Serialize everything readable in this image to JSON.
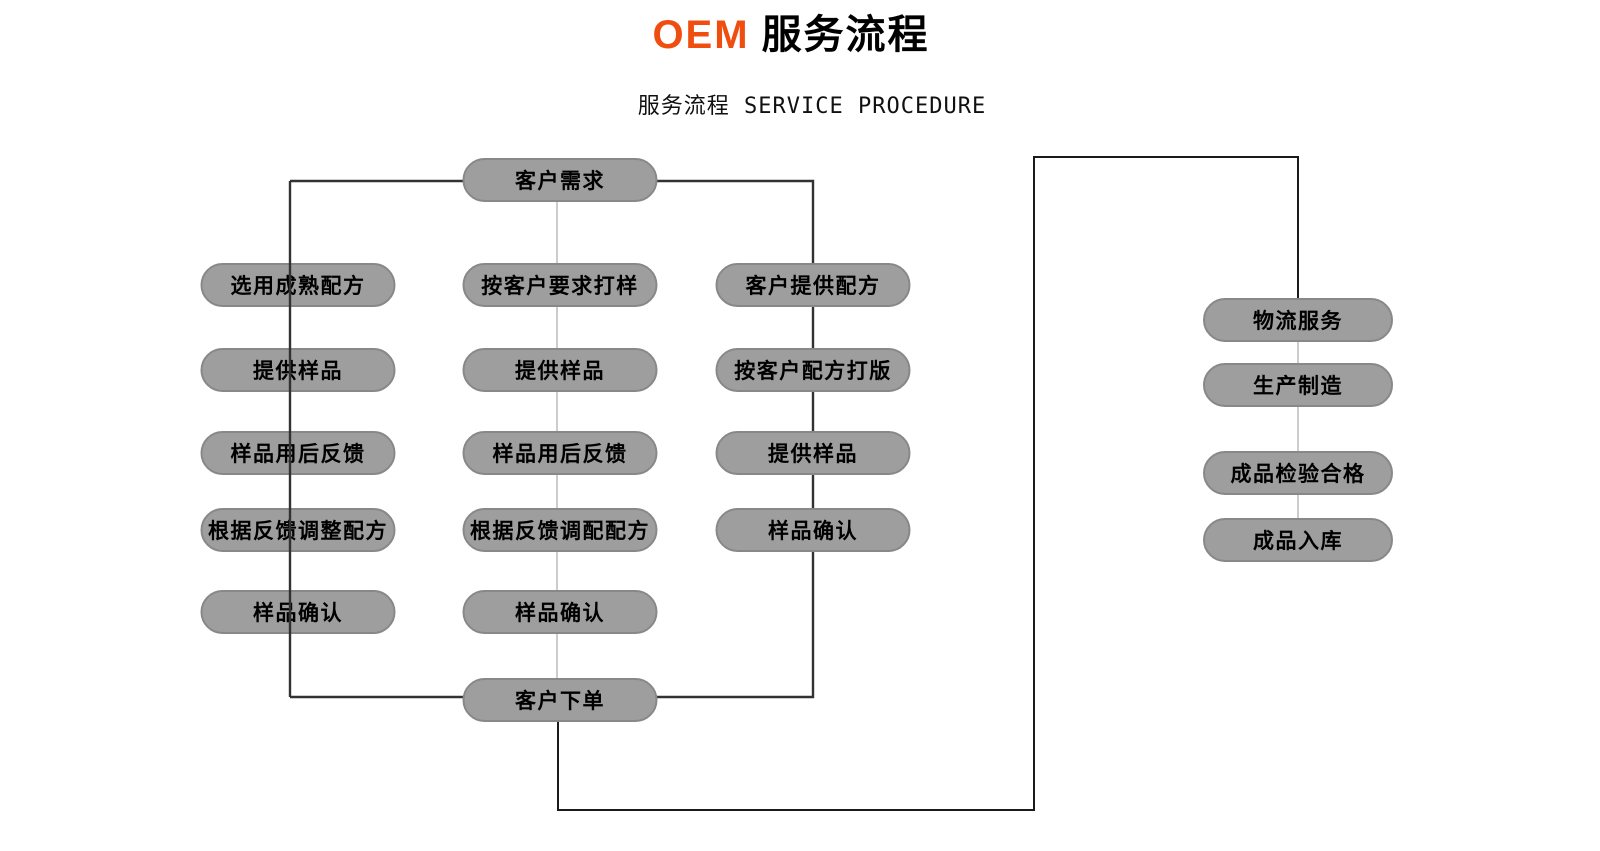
{
  "header": {
    "title_accent": "OEM",
    "title_text": "服务流程",
    "subtitle": "服务流程 SERVICE PROCEDURE",
    "accent_color": "#f04e10"
  },
  "flowchart": {
    "start_node": "客户需求",
    "order_node": "客户下单",
    "columns": {
      "mature_formula": [
        "选用成熟配方",
        "提供样品",
        "样品用后反馈",
        "根据反馈调整配方",
        "样品确认"
      ],
      "custom_sample": [
        "按客户要求打样",
        "提供样品",
        "样品用后反馈",
        "根据反馈调配配方",
        "样品确认"
      ],
      "client_formula": [
        "客户提供配方",
        "按客户配方打版",
        "提供样品",
        "样品确认"
      ]
    },
    "production_chain": [
      "物流服务",
      "生产制造",
      "成品检验合格",
      "成品入库"
    ],
    "colors": {
      "node_fill": "#9e9e9e",
      "node_border": "#888888",
      "node_text": "#000000",
      "line_dark": "#323232",
      "line_light": "#c7c7c7",
      "line_loop": "#1a1a1a"
    }
  }
}
